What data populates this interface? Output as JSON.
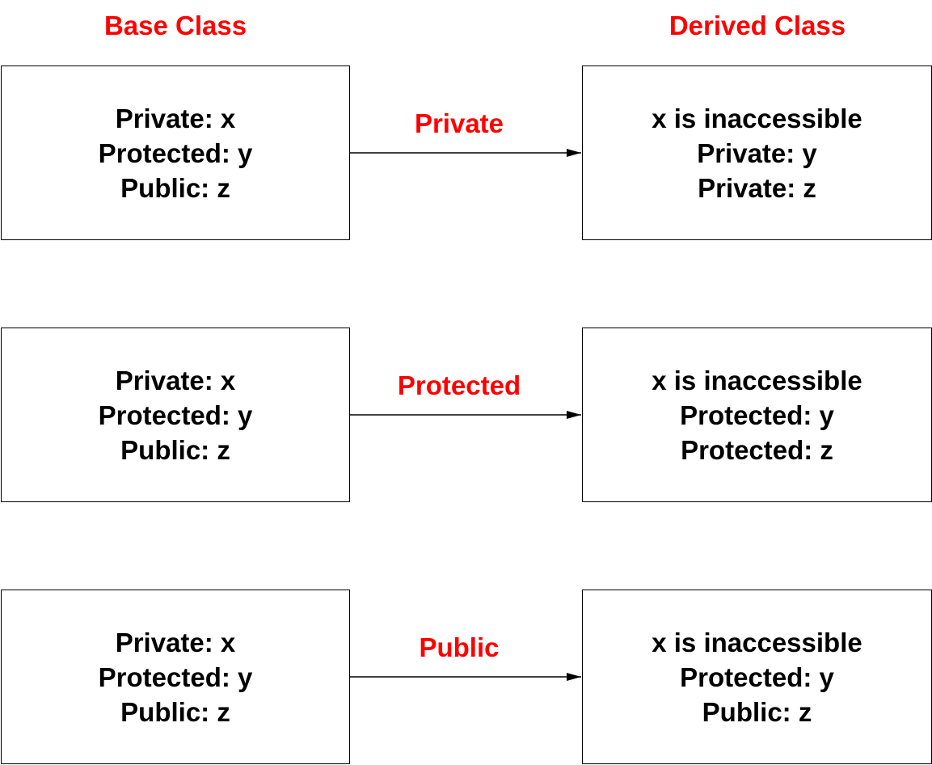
{
  "headings": {
    "base": "Base Class",
    "derived": "Derived Class"
  },
  "rows": [
    {
      "inheritance": "Private",
      "base": [
        "Private: x",
        "Protected: y",
        "Public: z"
      ],
      "derived": [
        "x is inaccessible",
        "Private: y",
        "Private: z"
      ]
    },
    {
      "inheritance": "Protected",
      "base": [
        "Private: x",
        "Protected: y",
        "Public: z"
      ],
      "derived": [
        "x is inaccessible",
        "Protected: y",
        "Protected: z"
      ]
    },
    {
      "inheritance": "Public",
      "base": [
        "Private: x",
        "Protected: y",
        "Public: z"
      ],
      "derived": [
        "x is inaccessible",
        "Protected: y",
        "Public: z"
      ]
    }
  ],
  "colors": {
    "label": "#ff0000",
    "text": "#000000",
    "border": "#000000"
  }
}
